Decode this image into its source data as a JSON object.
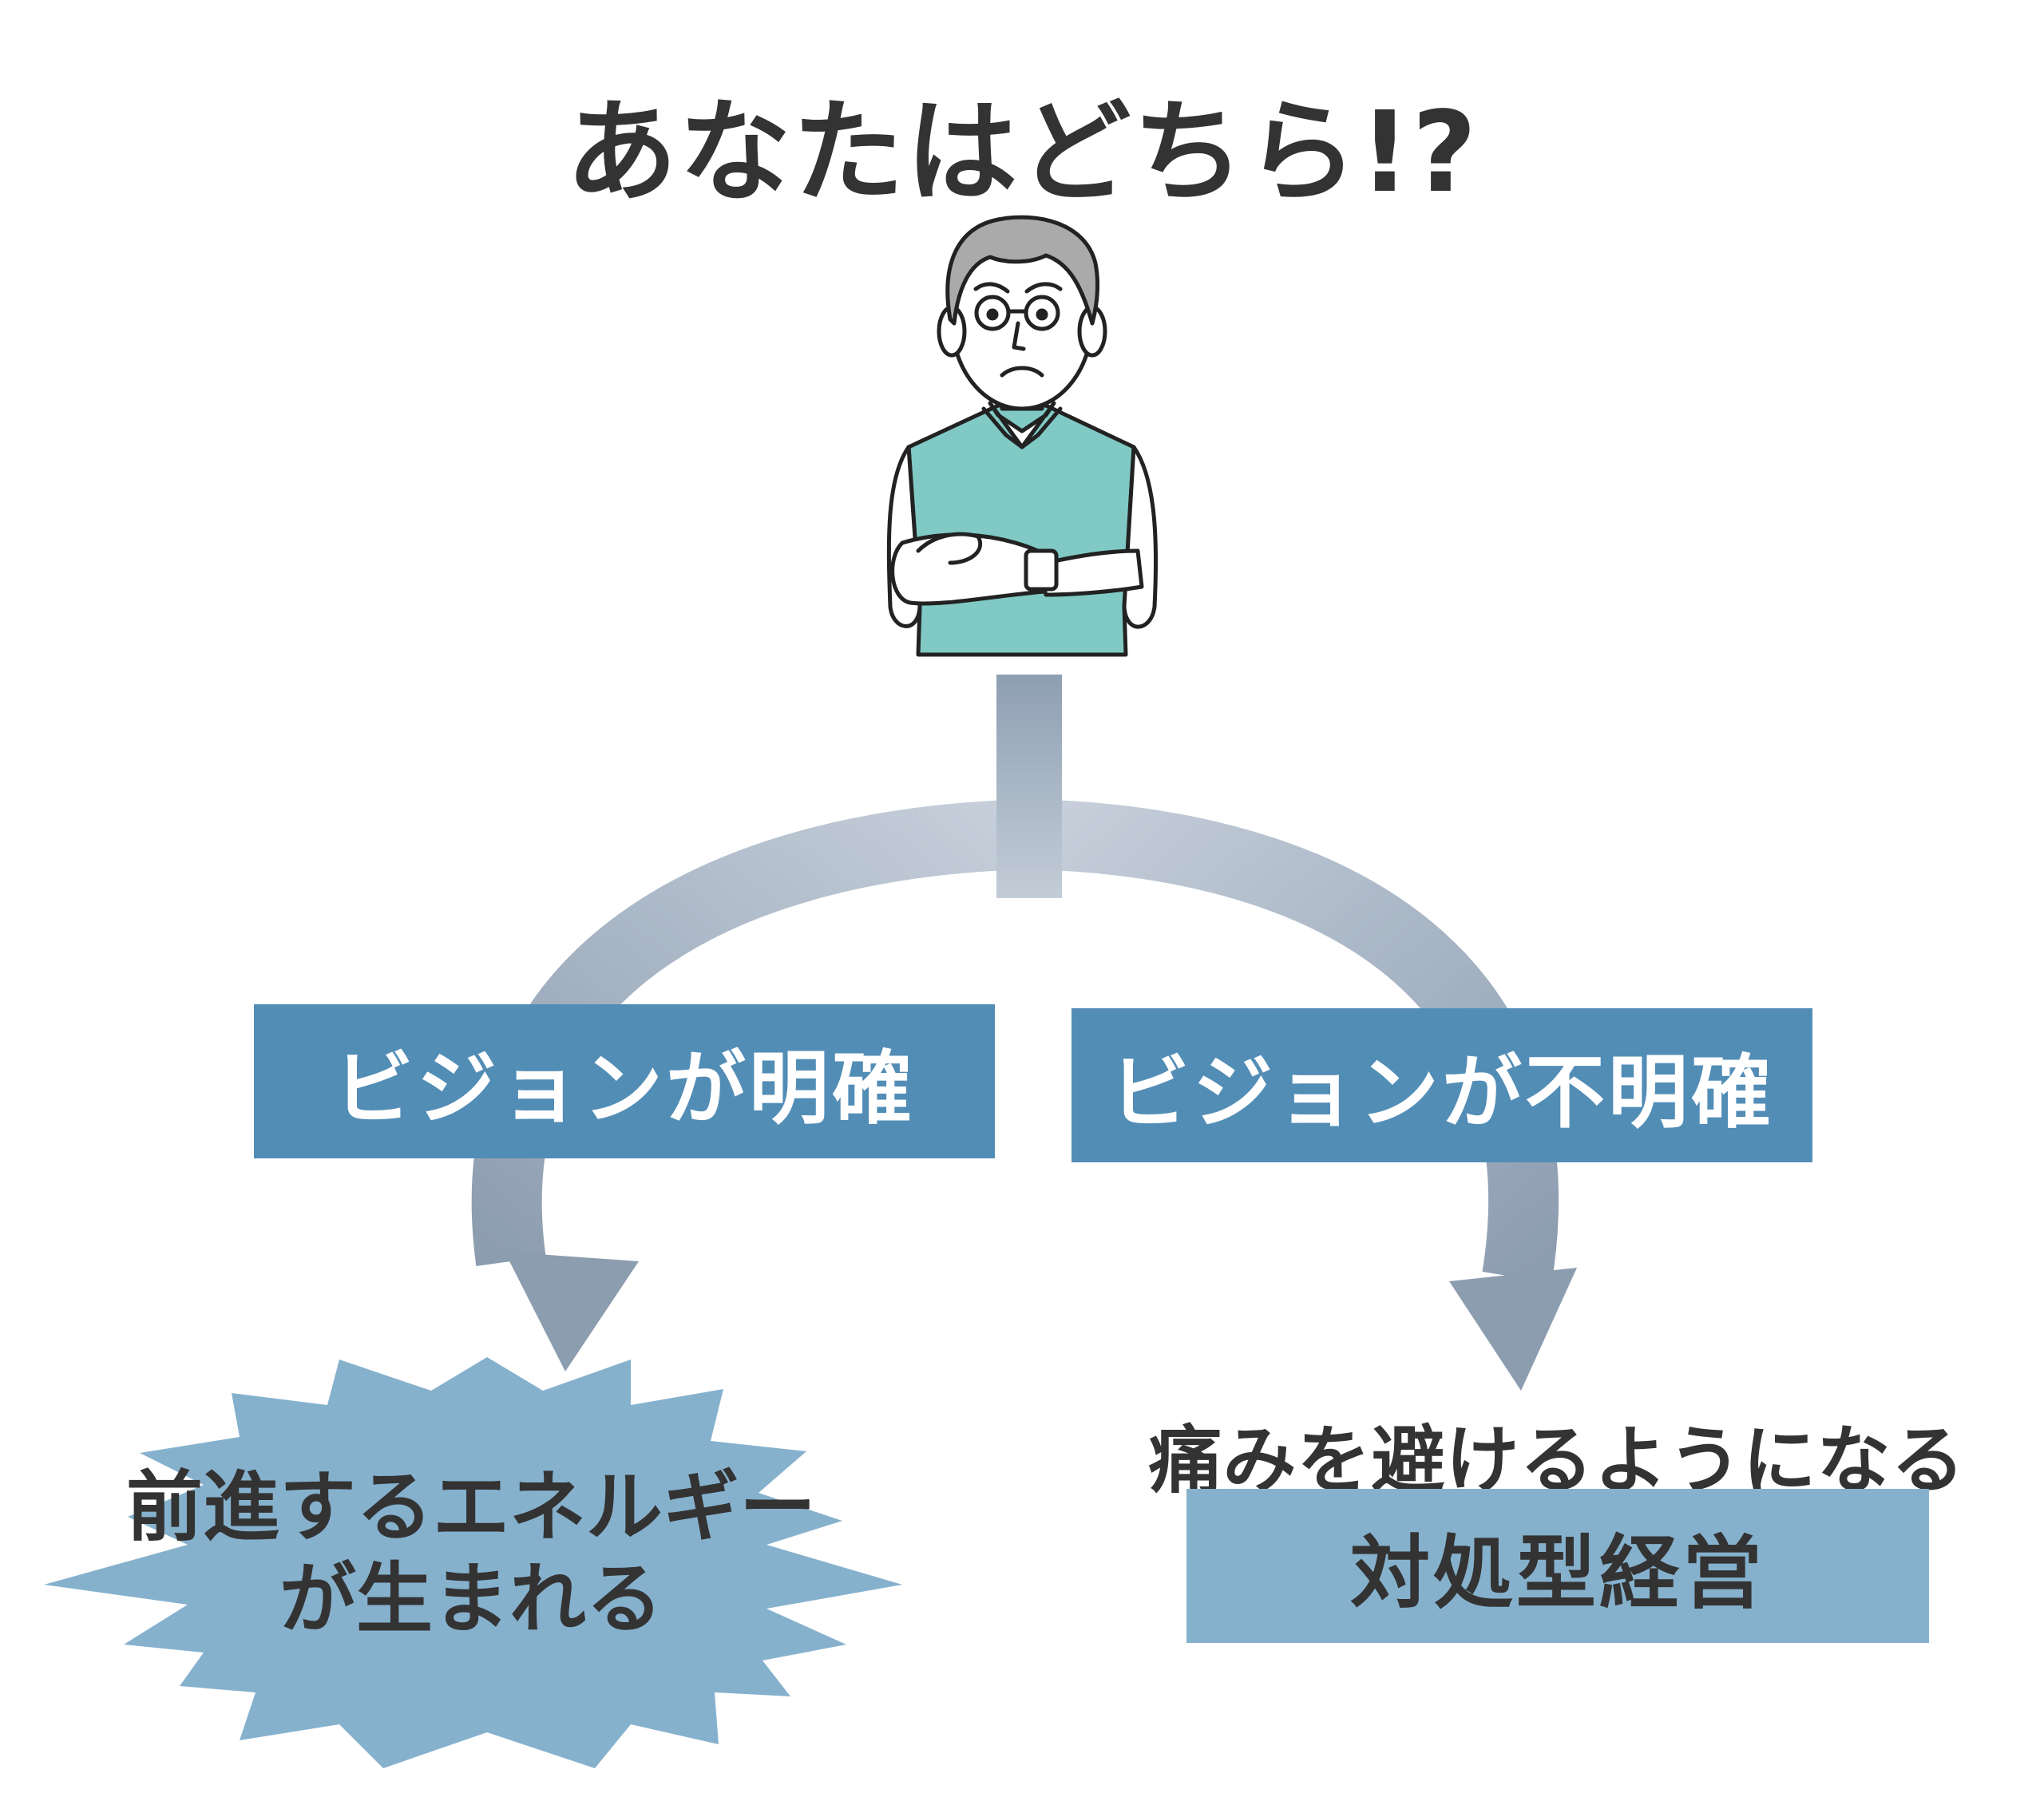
{
  "title": "あなたはどちら!?",
  "branches": {
    "left_label": "ビジョンが明確",
    "right_label": "ビジョンが不明確"
  },
  "outcomes": {
    "left_line1": "前進するエネルギー",
    "left_line2": "が生まれる",
    "right_caption": "痛みを避けるようになる",
    "right_box": "対処型経営"
  },
  "colors": {
    "label_box": "#528db6",
    "outcome_fill": "#86b1cd",
    "arrow_dark": "#8e9fb2",
    "arrow_light": "#c3cdd8",
    "vest": "#80c9c4"
  },
  "icons": {
    "person": "elderly-man-arms-crossed-icon"
  }
}
